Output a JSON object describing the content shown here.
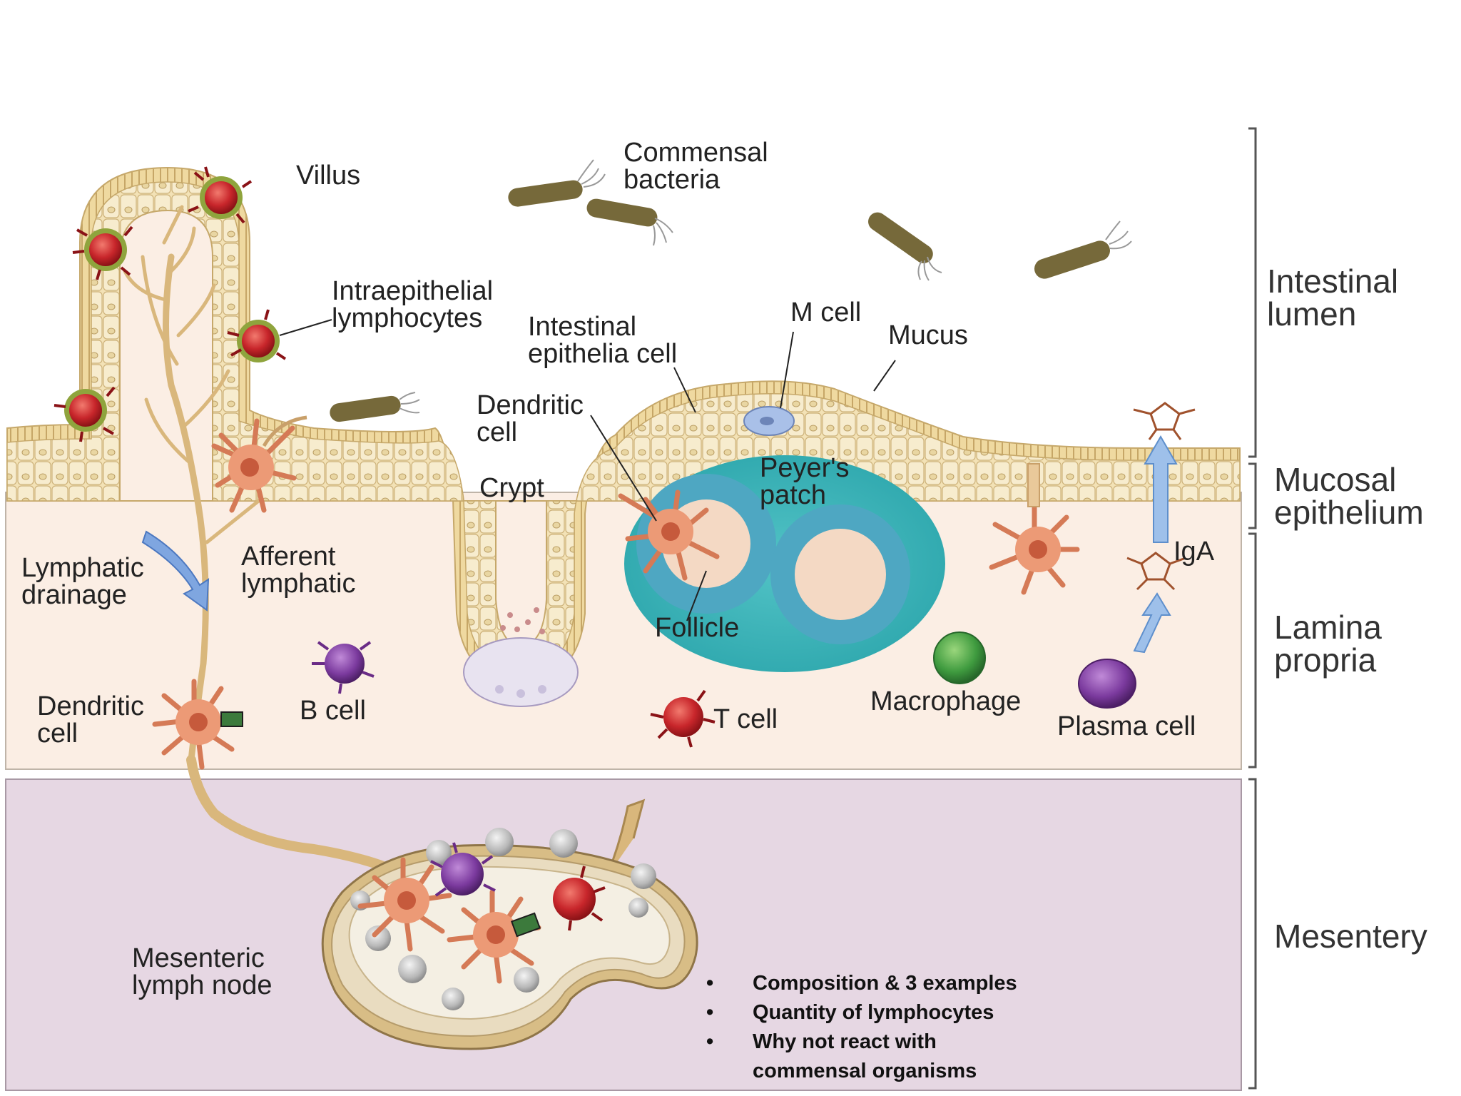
{
  "labels": {
    "villus": "Villus",
    "commensal_1": "Commensal",
    "commensal_2": "bacteria",
    "iel_1": "Intraepithelial",
    "iel_2": "lymphocytes",
    "iec_1": "Intestinal",
    "iec_2": "epithelia cell",
    "m_cell": "M cell",
    "mucus": "Mucus",
    "dc_top_1": "Dendritic",
    "dc_top_2": "cell",
    "crypt": "Crypt",
    "peyers_1": "Peyer's",
    "peyers_2": "patch",
    "lymph_drain_1": "Lymphatic",
    "lymph_drain_2": "drainage",
    "afferent_1": "Afferent",
    "afferent_2": "lymphatic",
    "follicle": "Follicle",
    "iga": "IgA",
    "dc_bottom_1": "Dendritic",
    "dc_bottom_2": "cell",
    "b_cell": "B cell",
    "t_cell": "T cell",
    "macrophage": "Macrophage",
    "plasma_cell": "Plasma cell",
    "mesenteric_1": "Mesenteric",
    "mesenteric_2": "lymph node"
  },
  "zones": {
    "lumen_1": "Intestinal",
    "lumen_2": "lumen",
    "mucosal_1": "Mucosal",
    "mucosal_2": "epithelium",
    "lamina_1": "Lamina",
    "lamina_2": "propria",
    "mesentery": "Mesentery"
  },
  "notes": [
    "Composition & 3 examples",
    "Quantity of lymphocytes",
    "Why not react with commensal organisms"
  ],
  "colors": {
    "epithelium": "#f2dca8",
    "lamina": "#fbeee4",
    "mesentery": "#e6d7e3",
    "peyers": "#3fb9bd",
    "t_cell": "#c8262b",
    "b_cell": "#7b3a9e",
    "macrophage": "#3f9b3f",
    "dendritic": "#ec9a76",
    "bacteria": "#76693a"
  }
}
